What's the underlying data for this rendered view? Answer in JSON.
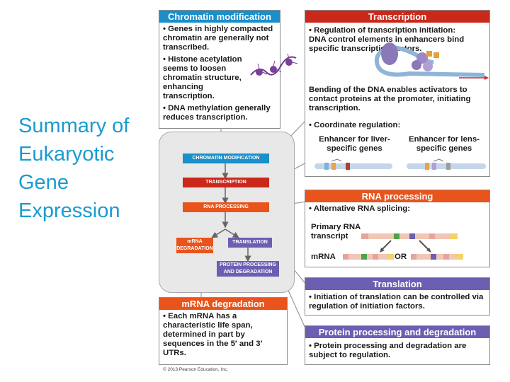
{
  "slide_title": "Summary of Eukaryotic Gene Expression",
  "colors": {
    "title_blue": "#1a9bcf",
    "chromatin_blue": "#1b8fc9",
    "transcription_red": "#c9281b",
    "rna_orange": "#e8541c",
    "translation_purple": "#6b5fb1"
  },
  "chromatin": {
    "header": "Chromatin modification",
    "bullets": [
      "• Genes in highly compacted chromatin are generally not transcribed.",
      "• Histone acetylation seems to loosen chromatin structure, enhancing transcription.",
      "• DNA methylation generally reduces transcription."
    ]
  },
  "transcription": {
    "header": "Transcription",
    "bullet1": "• Regulation of transcription initiation: DNA control elements in enhancers bind specific transcription factors.",
    "bending": "Bending of the DNA enables activators to contact proteins at the promoter, initiating transcription.",
    "bullet2": "• Coordinate regulation:",
    "enhancer_liver": "Enhancer for liver-specific genes",
    "enhancer_lens": "Enhancer for lens-specific genes"
  },
  "flow": {
    "chromatin": "CHROMATIN MODIFICATION",
    "transcription": "TRANSCRIPTION",
    "rna_processing": "RNA PROCESSING",
    "mrna_degradation": "mRNA DEGRADATION",
    "translation": "TRANSLATION",
    "protein_processing": "PROTEIN PROCESSING AND DEGRADATION"
  },
  "rna_processing": {
    "header": "RNA processing",
    "bullet": "• Alternative RNA splicing:",
    "primary": "Primary RNA transcript",
    "mrna": "mRNA",
    "or": "OR"
  },
  "translation": {
    "header": "Translation",
    "bullet": "• Initiation of translation can be controlled via regulation of initiation factors."
  },
  "protein": {
    "header": "Protein processing and degradation",
    "bullet": "• Protein processing and degradation are subject to regulation."
  },
  "mrna_deg": {
    "header": "mRNA degradation",
    "bullet": "• Each mRNA has a characteristic life span, determined in part by sequences in the 5′ and 3′ UTRs."
  },
  "copyright": "© 2013 Pearson Education, Inc."
}
